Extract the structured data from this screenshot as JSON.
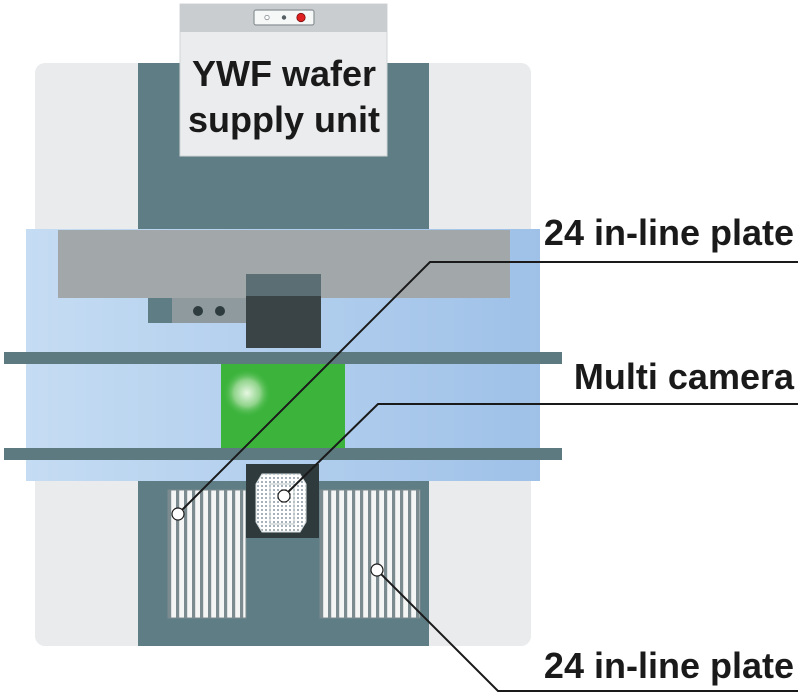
{
  "unit_title": {
    "line1": "YWF wafer",
    "line2": "supply unit"
  },
  "callouts": {
    "top_plate": "24 in-line plate",
    "camera": "Multi camera",
    "bottom_plate": "24 in-line plate"
  },
  "colors": {
    "body_light": "#e9ebec",
    "body_dark": "#5f7d84",
    "blue_panel": "#a9c8ea",
    "gray_bar": "#a2a7aa",
    "rail": "#5d7a80",
    "green_plate": "#3cb43c",
    "leader_line": "#1a1a1a",
    "indicator_red": "#e02020"
  },
  "icons": [
    "indicator-lamps",
    "camera-lens-icon"
  ]
}
